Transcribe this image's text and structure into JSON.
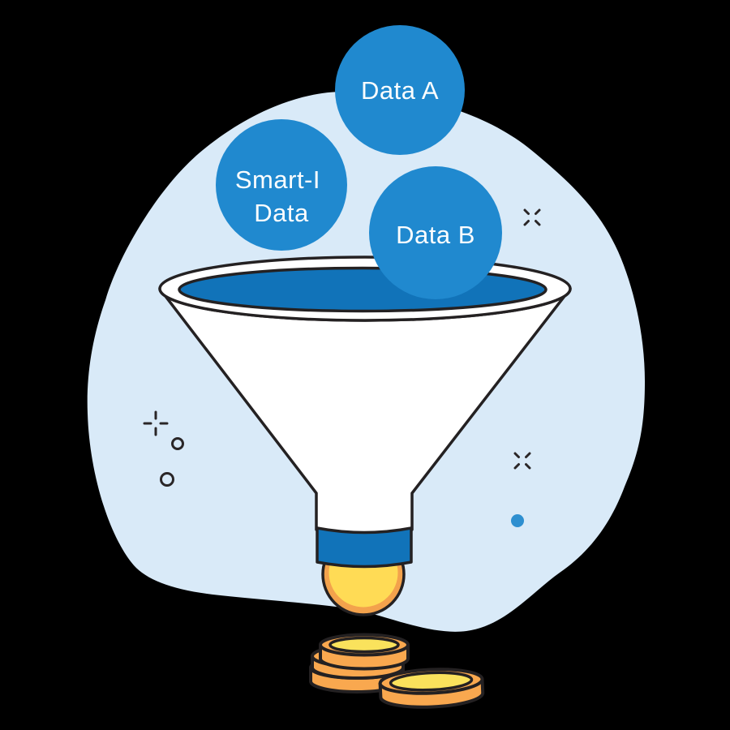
{
  "illustration": {
    "bubbles": [
      {
        "label": "Data A",
        "color": "#2089CF"
      },
      {
        "lines": [
          "Smart-I",
          "Data"
        ],
        "color": "#2089CF"
      },
      {
        "label": "Data B",
        "color": "#2089CF"
      }
    ],
    "colors": {
      "page_background": "#000000",
      "blob": "#D9EAF8",
      "bubble_blue": "#2089CF",
      "liquid_blue": "#1173B9",
      "funnel_white": "#FFFFFF",
      "outline_dark": "#242122",
      "drop_gold": "#FFDB55",
      "drop_rim_orange": "#F3A24C",
      "coin_orange": "#F9A84F",
      "coin_top_yellow": "#FAE25C",
      "accent_dot_blue": "#2E8FD0",
      "label_text": "#FBFDFE"
    },
    "icons": [
      "funnel-icon",
      "drop-icon",
      "coin-stack-icon",
      "coin-icon",
      "sparkle-plus-icon",
      "sparkle-cross-icon",
      "ring-icon",
      "dot-icon"
    ]
  }
}
